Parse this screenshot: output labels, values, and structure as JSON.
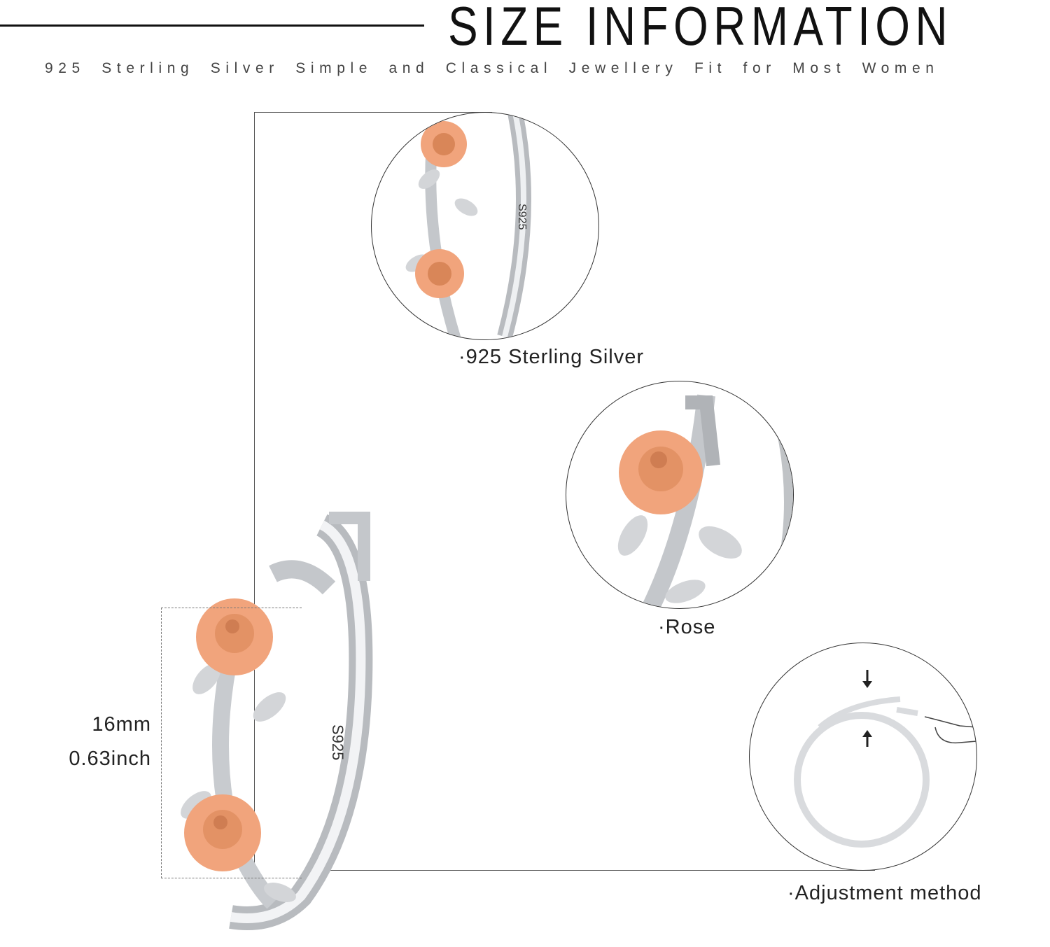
{
  "header": {
    "title": "SIZE INFORMATION",
    "subtitle": "925 Sterling Silver Simple and Classical Jewellery Fit for Most Women"
  },
  "details": [
    {
      "label": "·925 Sterling Silver",
      "stamp": "S925"
    },
    {
      "label": "·Rose"
    },
    {
      "label": "·Adjustment method"
    }
  ],
  "dimensions": {
    "mm": "16mm",
    "inch": "0.63inch"
  },
  "main_product": {
    "stamp": "S925"
  },
  "colors": {
    "silver": "#c9cbce",
    "rose_gold": "#f1a47c",
    "rose_gold_dark": "#d98658",
    "line": "#555555"
  }
}
